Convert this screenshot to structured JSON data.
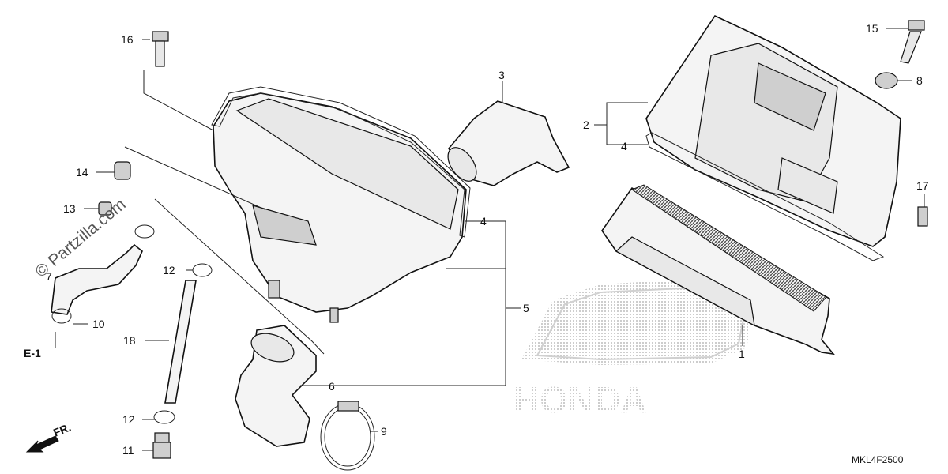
{
  "callouts": {
    "c1": "1",
    "c2": "2",
    "c3": "3",
    "c4a": "4",
    "c4b": "4",
    "c5": "5",
    "c6": "6",
    "c7": "7",
    "c8": "8",
    "c9": "9",
    "c10": "10",
    "c11": "11",
    "c12a": "12",
    "c12b": "12",
    "c13": "13",
    "c14": "14",
    "c15": "15",
    "c16": "16",
    "c17": "17",
    "c18": "18"
  },
  "ref_code": "E-1",
  "direction_label": "FR.",
  "diagram_code": "MKL4F2500",
  "watermark": "© Partzilla.com",
  "logo_text": "HONDA"
}
